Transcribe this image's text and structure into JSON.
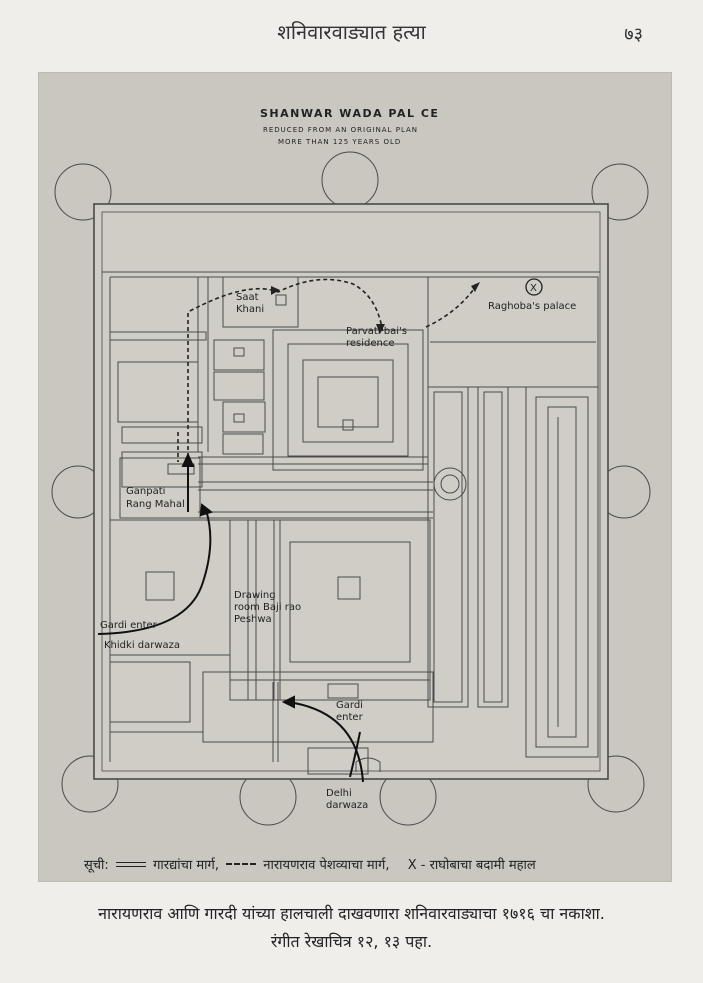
{
  "header": {
    "running_title": "शनिवारवाड्यात हत्या",
    "page_number": "७३"
  },
  "plan": {
    "title": "SHANWAR WADA PAL  CE",
    "subtitle_1": "REDUCED FROM AN ORIGINAL PLAN",
    "subtitle_2": "MORE THAN 125 YEARS OLD",
    "labels": {
      "saat_khani": [
        "Saat",
        "Khani"
      ],
      "parvati_bai": [
        "Parvati bai's",
        "residence"
      ],
      "raghoba_marker": "X",
      "raghoba_palace": "Raghoba's palace",
      "ganpati": [
        "Ganpati",
        "Rang Mahal"
      ],
      "drawing_room": [
        "Drawing",
        "room Baji rao",
        "Peshwa"
      ],
      "gardi_enter_left": [
        "Gardi enter",
        "Khidki darwaza"
      ],
      "gardi_enter_bottom": [
        "Gardi",
        "enter"
      ],
      "delhi": [
        "Delhi",
        "darwaza"
      ]
    }
  },
  "legend": {
    "prefix": "सूची:",
    "solid_label": "गारद्यांचा मार्ग,",
    "dash_label": "नारायणराव पेशव्याचा मार्ग,",
    "x_label": "X - राघोबाचा बदामी महाल"
  },
  "caption": {
    "line1": "नारायणराव आणि गारदी यांच्या हालचाली दाखवणारा शनिवारवाड्याचा १७१६ चा नकाशा.",
    "line2": "रंगीत रेखाचित्र १२, १३ पहा."
  }
}
